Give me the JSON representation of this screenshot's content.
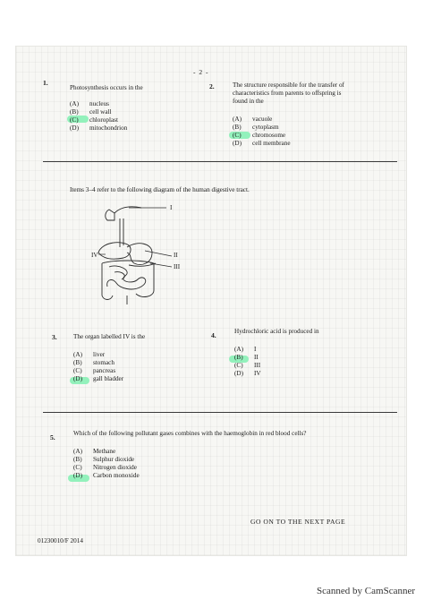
{
  "page_number": "- 2 -",
  "questions": {
    "q1": {
      "number": "1.",
      "stem": "Photosynthesis occurs in the",
      "options": [
        {
          "letter": "(A)",
          "text": "nucleus"
        },
        {
          "letter": "(B)",
          "text": "cell wall"
        },
        {
          "letter": "(C)",
          "text": "chloroplast"
        },
        {
          "letter": "(D)",
          "text": "mitochondrion"
        }
      ]
    },
    "q2": {
      "number": "2.",
      "stem_lines": [
        "The structure responsible for the transfer of",
        "characteristics from parents to offspring is",
        "found in the"
      ],
      "options": [
        {
          "letter": "(A)",
          "text": "vacuole"
        },
        {
          "letter": "(B)",
          "text": "cytoplasm"
        },
        {
          "letter": "(C)",
          "text": "chromosome"
        },
        {
          "letter": "(D)",
          "text": "cell membrane"
        }
      ]
    },
    "items_intro": "Items 3–4 refer to the following diagram of the human digestive tract.",
    "diagram_labels": {
      "I": "I",
      "II": "II",
      "III": "III",
      "IV": "IV"
    },
    "q3": {
      "number": "3.",
      "stem": "The organ labelled IV is the",
      "options": [
        {
          "letter": "(A)",
          "text": "liver"
        },
        {
          "letter": "(B)",
          "text": "stomach"
        },
        {
          "letter": "(C)",
          "text": "pancreas"
        },
        {
          "letter": "(D)",
          "text": "gall bladder"
        }
      ]
    },
    "q4": {
      "number": "4.",
      "stem": "Hydrochloric acid is produced in",
      "options": [
        {
          "letter": "(A)",
          "text": "I"
        },
        {
          "letter": "(B)",
          "text": "II"
        },
        {
          "letter": "(C)",
          "text": "III"
        },
        {
          "letter": "(D)",
          "text": "IV"
        }
      ]
    },
    "q5": {
      "number": "5.",
      "stem": "Which of the following pollutant gases combines with the haemoglobin in red blood cells?",
      "options": [
        {
          "letter": "(A)",
          "text": "Methane"
        },
        {
          "letter": "(B)",
          "text": "Sulphur dioxide"
        },
        {
          "letter": "(C)",
          "text": "Nitrogen dioxide"
        },
        {
          "letter": "(D)",
          "text": "Carbon monoxide"
        }
      ]
    }
  },
  "footer": {
    "code": "01230010/F 2014",
    "next": "GO ON TO THE NEXT PAGE"
  },
  "watermark": "Scanned by CamScanner",
  "colors": {
    "highlight": "#8df0b8",
    "paper": "#f7f7f4",
    "ink": "#1a1a1a"
  }
}
